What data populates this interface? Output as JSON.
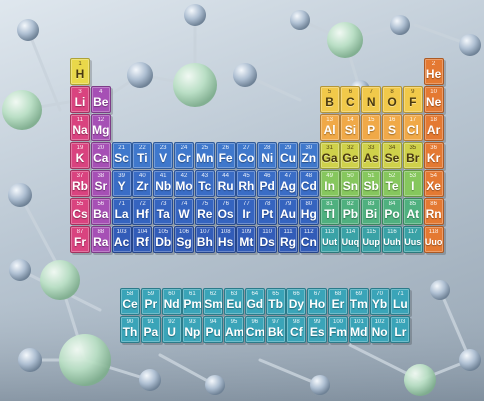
{
  "colors": {
    "hydrogen": "#e9d84a",
    "alkali": "#d9437f",
    "alkaline_earth": "#a650b5",
    "transition_3": "#3f78cc",
    "transition_4": "#3a6dc6",
    "transition_5": "#3564bf",
    "transition_6": "#325cb8",
    "p_block_top": "#f1c94a",
    "p_block_row3": "#f0a948",
    "p_block_row4": "#cfd14a",
    "p_block_row5": "#86c75e",
    "p_block_row6": "#4fb07f",
    "p_block_row7": "#3aa2a6",
    "noble_gas": "#e47932",
    "f_block": "#3aa4b8",
    "molecule_glass": "#b9dfc4",
    "molecule_atom": "#aebfd2"
  },
  "periodic_table": {
    "rows": [
      [
        {
          "n": "1",
          "s": "H",
          "c": "hydrogen"
        },
        null,
        null,
        null,
        null,
        null,
        null,
        null,
        null,
        null,
        null,
        null,
        null,
        null,
        null,
        null,
        null,
        {
          "n": "2",
          "s": "He",
          "c": "noble_gas"
        }
      ],
      [
        {
          "n": "3",
          "s": "Li",
          "c": "alkali"
        },
        {
          "n": "4",
          "s": "Be",
          "c": "alkaline_earth"
        },
        null,
        null,
        null,
        null,
        null,
        null,
        null,
        null,
        null,
        null,
        {
          "n": "5",
          "s": "B",
          "c": "p_block_top"
        },
        {
          "n": "6",
          "s": "C",
          "c": "p_block_top"
        },
        {
          "n": "7",
          "s": "N",
          "c": "p_block_top"
        },
        {
          "n": "8",
          "s": "O",
          "c": "p_block_top"
        },
        {
          "n": "9",
          "s": "F",
          "c": "p_block_top"
        },
        {
          "n": "10",
          "s": "Ne",
          "c": "noble_gas"
        }
      ],
      [
        {
          "n": "11",
          "s": "Na",
          "c": "alkali"
        },
        {
          "n": "12",
          "s": "Mg",
          "c": "alkaline_earth"
        },
        null,
        null,
        null,
        null,
        null,
        null,
        null,
        null,
        null,
        null,
        {
          "n": "13",
          "s": "Al",
          "c": "p_block_row3"
        },
        {
          "n": "14",
          "s": "Si",
          "c": "p_block_row3"
        },
        {
          "n": "15",
          "s": "P",
          "c": "p_block_row3"
        },
        {
          "n": "16",
          "s": "S",
          "c": "p_block_row3"
        },
        {
          "n": "17",
          "s": "Cl",
          "c": "p_block_row3"
        },
        {
          "n": "18",
          "s": "Ar",
          "c": "noble_gas"
        }
      ],
      [
        {
          "n": "19",
          "s": "K",
          "c": "alkali"
        },
        {
          "n": "20",
          "s": "Ca",
          "c": "alkaline_earth"
        },
        {
          "n": "21",
          "s": "Sc",
          "c": "transition_3"
        },
        {
          "n": "22",
          "s": "Ti",
          "c": "transition_3"
        },
        {
          "n": "23",
          "s": "V",
          "c": "transition_3"
        },
        {
          "n": "24",
          "s": "Cr",
          "c": "transition_3"
        },
        {
          "n": "25",
          "s": "Mn",
          "c": "transition_3"
        },
        {
          "n": "26",
          "s": "Fe",
          "c": "transition_3"
        },
        {
          "n": "27",
          "s": "Co",
          "c": "transition_3"
        },
        {
          "n": "28",
          "s": "Ni",
          "c": "transition_3"
        },
        {
          "n": "29",
          "s": "Cu",
          "c": "transition_3"
        },
        {
          "n": "30",
          "s": "Zn",
          "c": "transition_3"
        },
        {
          "n": "31",
          "s": "Ga",
          "c": "p_block_row4"
        },
        {
          "n": "32",
          "s": "Ge",
          "c": "p_block_row4"
        },
        {
          "n": "33",
          "s": "As",
          "c": "p_block_row4"
        },
        {
          "n": "34",
          "s": "Se",
          "c": "p_block_row4"
        },
        {
          "n": "35",
          "s": "Br",
          "c": "p_block_row4"
        },
        {
          "n": "36",
          "s": "Kr",
          "c": "noble_gas"
        }
      ],
      [
        {
          "n": "37",
          "s": "Rb",
          "c": "alkali"
        },
        {
          "n": "38",
          "s": "Sr",
          "c": "alkaline_earth"
        },
        {
          "n": "39",
          "s": "Y",
          "c": "transition_4"
        },
        {
          "n": "40",
          "s": "Zr",
          "c": "transition_4"
        },
        {
          "n": "41",
          "s": "Nb",
          "c": "transition_4"
        },
        {
          "n": "42",
          "s": "Mo",
          "c": "transition_4"
        },
        {
          "n": "43",
          "s": "Tc",
          "c": "transition_4"
        },
        {
          "n": "44",
          "s": "Ru",
          "c": "transition_4"
        },
        {
          "n": "45",
          "s": "Rh",
          "c": "transition_4"
        },
        {
          "n": "46",
          "s": "Pd",
          "c": "transition_4"
        },
        {
          "n": "47",
          "s": "Ag",
          "c": "transition_4"
        },
        {
          "n": "48",
          "s": "Cd",
          "c": "transition_4"
        },
        {
          "n": "49",
          "s": "In",
          "c": "p_block_row5"
        },
        {
          "n": "50",
          "s": "Sn",
          "c": "p_block_row5"
        },
        {
          "n": "51",
          "s": "Sb",
          "c": "p_block_row5"
        },
        {
          "n": "52",
          "s": "Te",
          "c": "p_block_row5"
        },
        {
          "n": "53",
          "s": "I",
          "c": "p_block_row5"
        },
        {
          "n": "54",
          "s": "Xe",
          "c": "noble_gas"
        }
      ],
      [
        {
          "n": "55",
          "s": "Cs",
          "c": "alkali"
        },
        {
          "n": "56",
          "s": "Ba",
          "c": "alkaline_earth"
        },
        {
          "n": "71",
          "s": "La",
          "c": "transition_5"
        },
        {
          "n": "72",
          "s": "Hf",
          "c": "transition_5"
        },
        {
          "n": "73",
          "s": "Ta",
          "c": "transition_5"
        },
        {
          "n": "74",
          "s": "W",
          "c": "transition_5"
        },
        {
          "n": "75",
          "s": "Re",
          "c": "transition_5"
        },
        {
          "n": "76",
          "s": "Os",
          "c": "transition_5"
        },
        {
          "n": "77",
          "s": "Ir",
          "c": "transition_5"
        },
        {
          "n": "78",
          "s": "Pt",
          "c": "transition_5"
        },
        {
          "n": "79",
          "s": "Au",
          "c": "transition_5"
        },
        {
          "n": "80",
          "s": "Hg",
          "c": "transition_5"
        },
        {
          "n": "81",
          "s": "Tl",
          "c": "p_block_row6"
        },
        {
          "n": "82",
          "s": "Pb",
          "c": "p_block_row6"
        },
        {
          "n": "83",
          "s": "Bi",
          "c": "p_block_row6"
        },
        {
          "n": "84",
          "s": "Po",
          "c": "p_block_row6"
        },
        {
          "n": "85",
          "s": "At",
          "c": "p_block_row6"
        },
        {
          "n": "86",
          "s": "Rn",
          "c": "noble_gas"
        }
      ],
      [
        {
          "n": "87",
          "s": "Fr",
          "c": "alkali"
        },
        {
          "n": "88",
          "s": "Ra",
          "c": "alkaline_earth"
        },
        {
          "n": "103",
          "s": "Ac",
          "c": "transition_6"
        },
        {
          "n": "104",
          "s": "Rf",
          "c": "transition_6"
        },
        {
          "n": "105",
          "s": "Db",
          "c": "transition_6"
        },
        {
          "n": "106",
          "s": "Sg",
          "c": "transition_6"
        },
        {
          "n": "107",
          "s": "Bh",
          "c": "transition_6"
        },
        {
          "n": "108",
          "s": "Hs",
          "c": "transition_6"
        },
        {
          "n": "109",
          "s": "Mt",
          "c": "transition_6"
        },
        {
          "n": "110",
          "s": "Ds",
          "c": "transition_6"
        },
        {
          "n": "111",
          "s": "Rg",
          "c": "transition_6"
        },
        {
          "n": "112",
          "s": "Cn",
          "c": "transition_6"
        },
        {
          "n": "113",
          "s": "Uut",
          "c": "p_block_row7"
        },
        {
          "n": "114",
          "s": "Uuq",
          "c": "p_block_row7"
        },
        {
          "n": "115",
          "s": "Uup",
          "c": "p_block_row7"
        },
        {
          "n": "116",
          "s": "Uuh",
          "c": "p_block_row7"
        },
        {
          "n": "117",
          "s": "Uus",
          "c": "p_block_row7"
        },
        {
          "n": "118",
          "s": "Uuo",
          "c": "noble_gas"
        }
      ]
    ],
    "f_rows": [
      [
        {
          "n": "58",
          "s": "Ce"
        },
        {
          "n": "59",
          "s": "Pr"
        },
        {
          "n": "60",
          "s": "Nd"
        },
        {
          "n": "61",
          "s": "Pm"
        },
        {
          "n": "62",
          "s": "Sm"
        },
        {
          "n": "63",
          "s": "Eu"
        },
        {
          "n": "64",
          "s": "Gd"
        },
        {
          "n": "65",
          "s": "Tb"
        },
        {
          "n": "66",
          "s": "Dy"
        },
        {
          "n": "67",
          "s": "Ho"
        },
        {
          "n": "68",
          "s": "Er"
        },
        {
          "n": "69",
          "s": "Tm"
        },
        {
          "n": "70",
          "s": "Yb"
        },
        {
          "n": "71",
          "s": "Lu"
        }
      ],
      [
        {
          "n": "90",
          "s": "Th"
        },
        {
          "n": "91",
          "s": "Pa"
        },
        {
          "n": "92",
          "s": "U"
        },
        {
          "n": "93",
          "s": "Np"
        },
        {
          "n": "94",
          "s": "Pu"
        },
        {
          "n": "95",
          "s": "Am"
        },
        {
          "n": "96",
          "s": "Cm"
        },
        {
          "n": "97",
          "s": "Bk"
        },
        {
          "n": "98",
          "s": "Cf"
        },
        {
          "n": "99",
          "s": "Es"
        },
        {
          "n": "100",
          "s": "Fm"
        },
        {
          "n": "101",
          "s": "Md"
        },
        {
          "n": "102",
          "s": "No"
        },
        {
          "n": "103",
          "s": "Lr"
        }
      ]
    ]
  }
}
